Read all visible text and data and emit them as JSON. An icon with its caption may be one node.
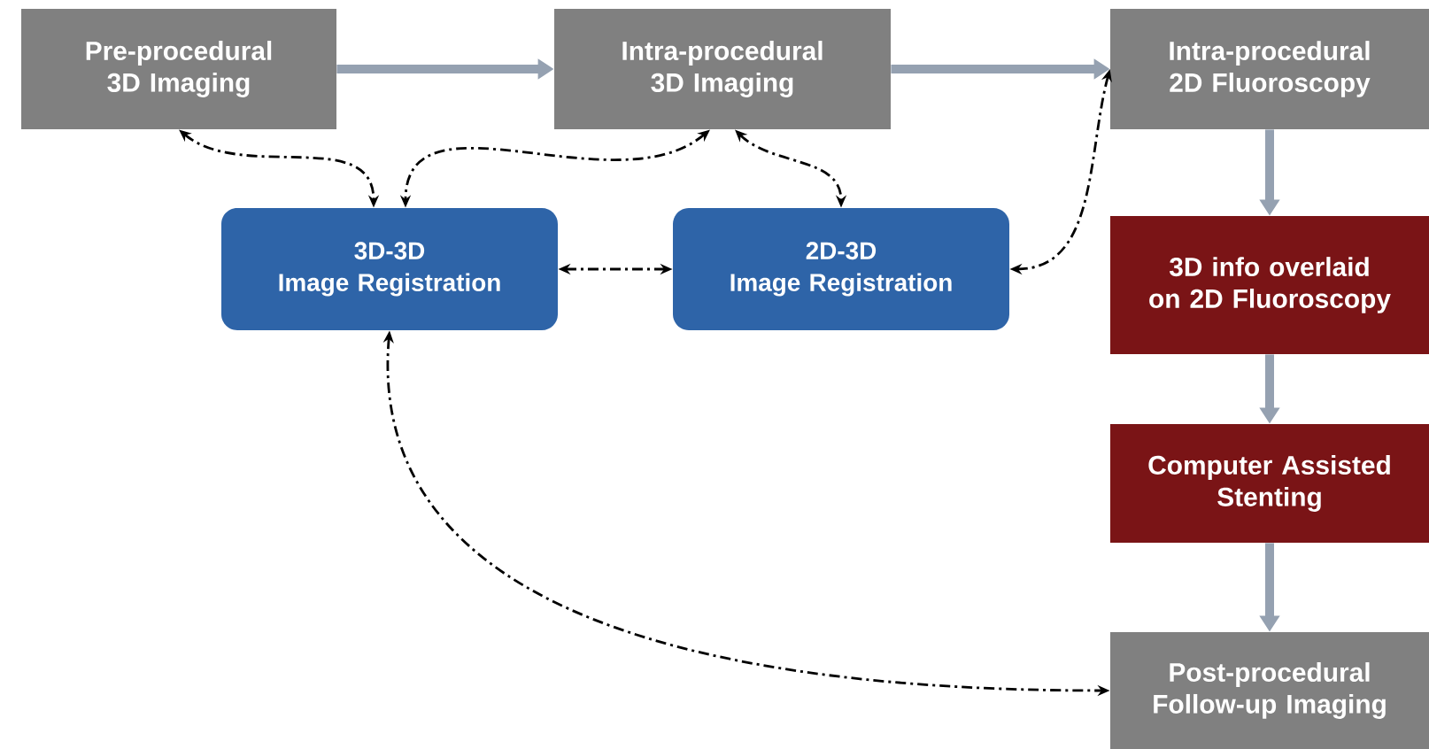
{
  "diagram": {
    "nodes": [
      {
        "text": [
          "Pre-procedural 3D Imaging"
        ]
      },
      {
        "text": [
          "Intra-procedural 3D Imaging"
        ]
      },
      {
        "text": [
          "Intra-procedural 2D Fluoroscopy"
        ]
      },
      {
        "text": [
          "3D-3D Image Registration"
        ]
      },
      {
        "text": [
          "2D-3D Image Registration"
        ]
      },
      {
        "text": [
          "3D info overlaid on 2D Fluoroscopy"
        ]
      },
      {
        "text": [
          "Computer Assisted Stenting"
        ]
      },
      {
        "text": [
          "Post-procedural Follow-up Imaging"
        ]
      }
    ],
    "edges": [
      {
        "from": 0,
        "to": 1,
        "arrow": "to",
        "style": "thick",
        "color": "#95a1b1"
      },
      {
        "from": 1,
        "to": 2,
        "arrow": "to",
        "style": "thick",
        "color": "#95a1b1"
      },
      {
        "from": 2,
        "to": 5,
        "arrow": "to",
        "style": "thick",
        "color": "#95a1b1"
      },
      {
        "from": 5,
        "to": 6,
        "arrow": "to",
        "style": "thick",
        "color": "#95a1b1"
      },
      {
        "from": 6,
        "to": 7,
        "arrow": "to",
        "style": "thick",
        "color": "#95a1b1"
      },
      {
        "from": 0,
        "to": 3,
        "arrow": "both",
        "style": "dashed"
      },
      {
        "from": 1,
        "to": 3,
        "arrow": "both",
        "style": "dashed"
      },
      {
        "from": 1,
        "to": 4,
        "arrow": "both",
        "style": "dashed"
      },
      {
        "from": 3,
        "to": 4,
        "arrow": "both",
        "style": "dashed"
      },
      {
        "from": 2,
        "to": 4,
        "arrow": "both",
        "style": "dashed"
      },
      {
        "from": 3,
        "to": 7,
        "arrow": "both",
        "style": "dashed"
      }
    ]
  }
}
